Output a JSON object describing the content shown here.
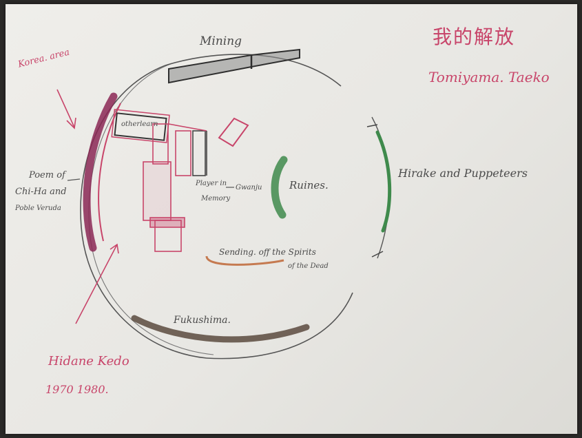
{
  "header": {
    "title_cjk": "我的解放",
    "author": "Tomiyama. Taeko"
  },
  "labels": {
    "korea_area": "Korea. area",
    "mining": "Mining",
    "other_lines": "otherlearn",
    "poem_line1": "Poem of",
    "poem_line2": "Chi-Ha and",
    "poem_line3": "Poble Veruda",
    "player_memory_line1": "Player in",
    "player_memory_line2": "Memory",
    "gwangju": "Gwanju",
    "ruines": "Ruines.",
    "hirake": "Hirake and Puppeteers",
    "sending_line1": "Sending. off the Spirits",
    "sending_line2": "of the Dead",
    "fukushima": "Fukushima.",
    "hidane_line1": "Hidane Kedo",
    "hidane_line2": "1970 1980."
  },
  "colors": {
    "paper": "#ecebe7",
    "pencil": "#4a4a4a",
    "red": "#c8456a",
    "green": "#3f8a4c",
    "brown": "#5a4a3e",
    "orange": "#c57a50"
  }
}
